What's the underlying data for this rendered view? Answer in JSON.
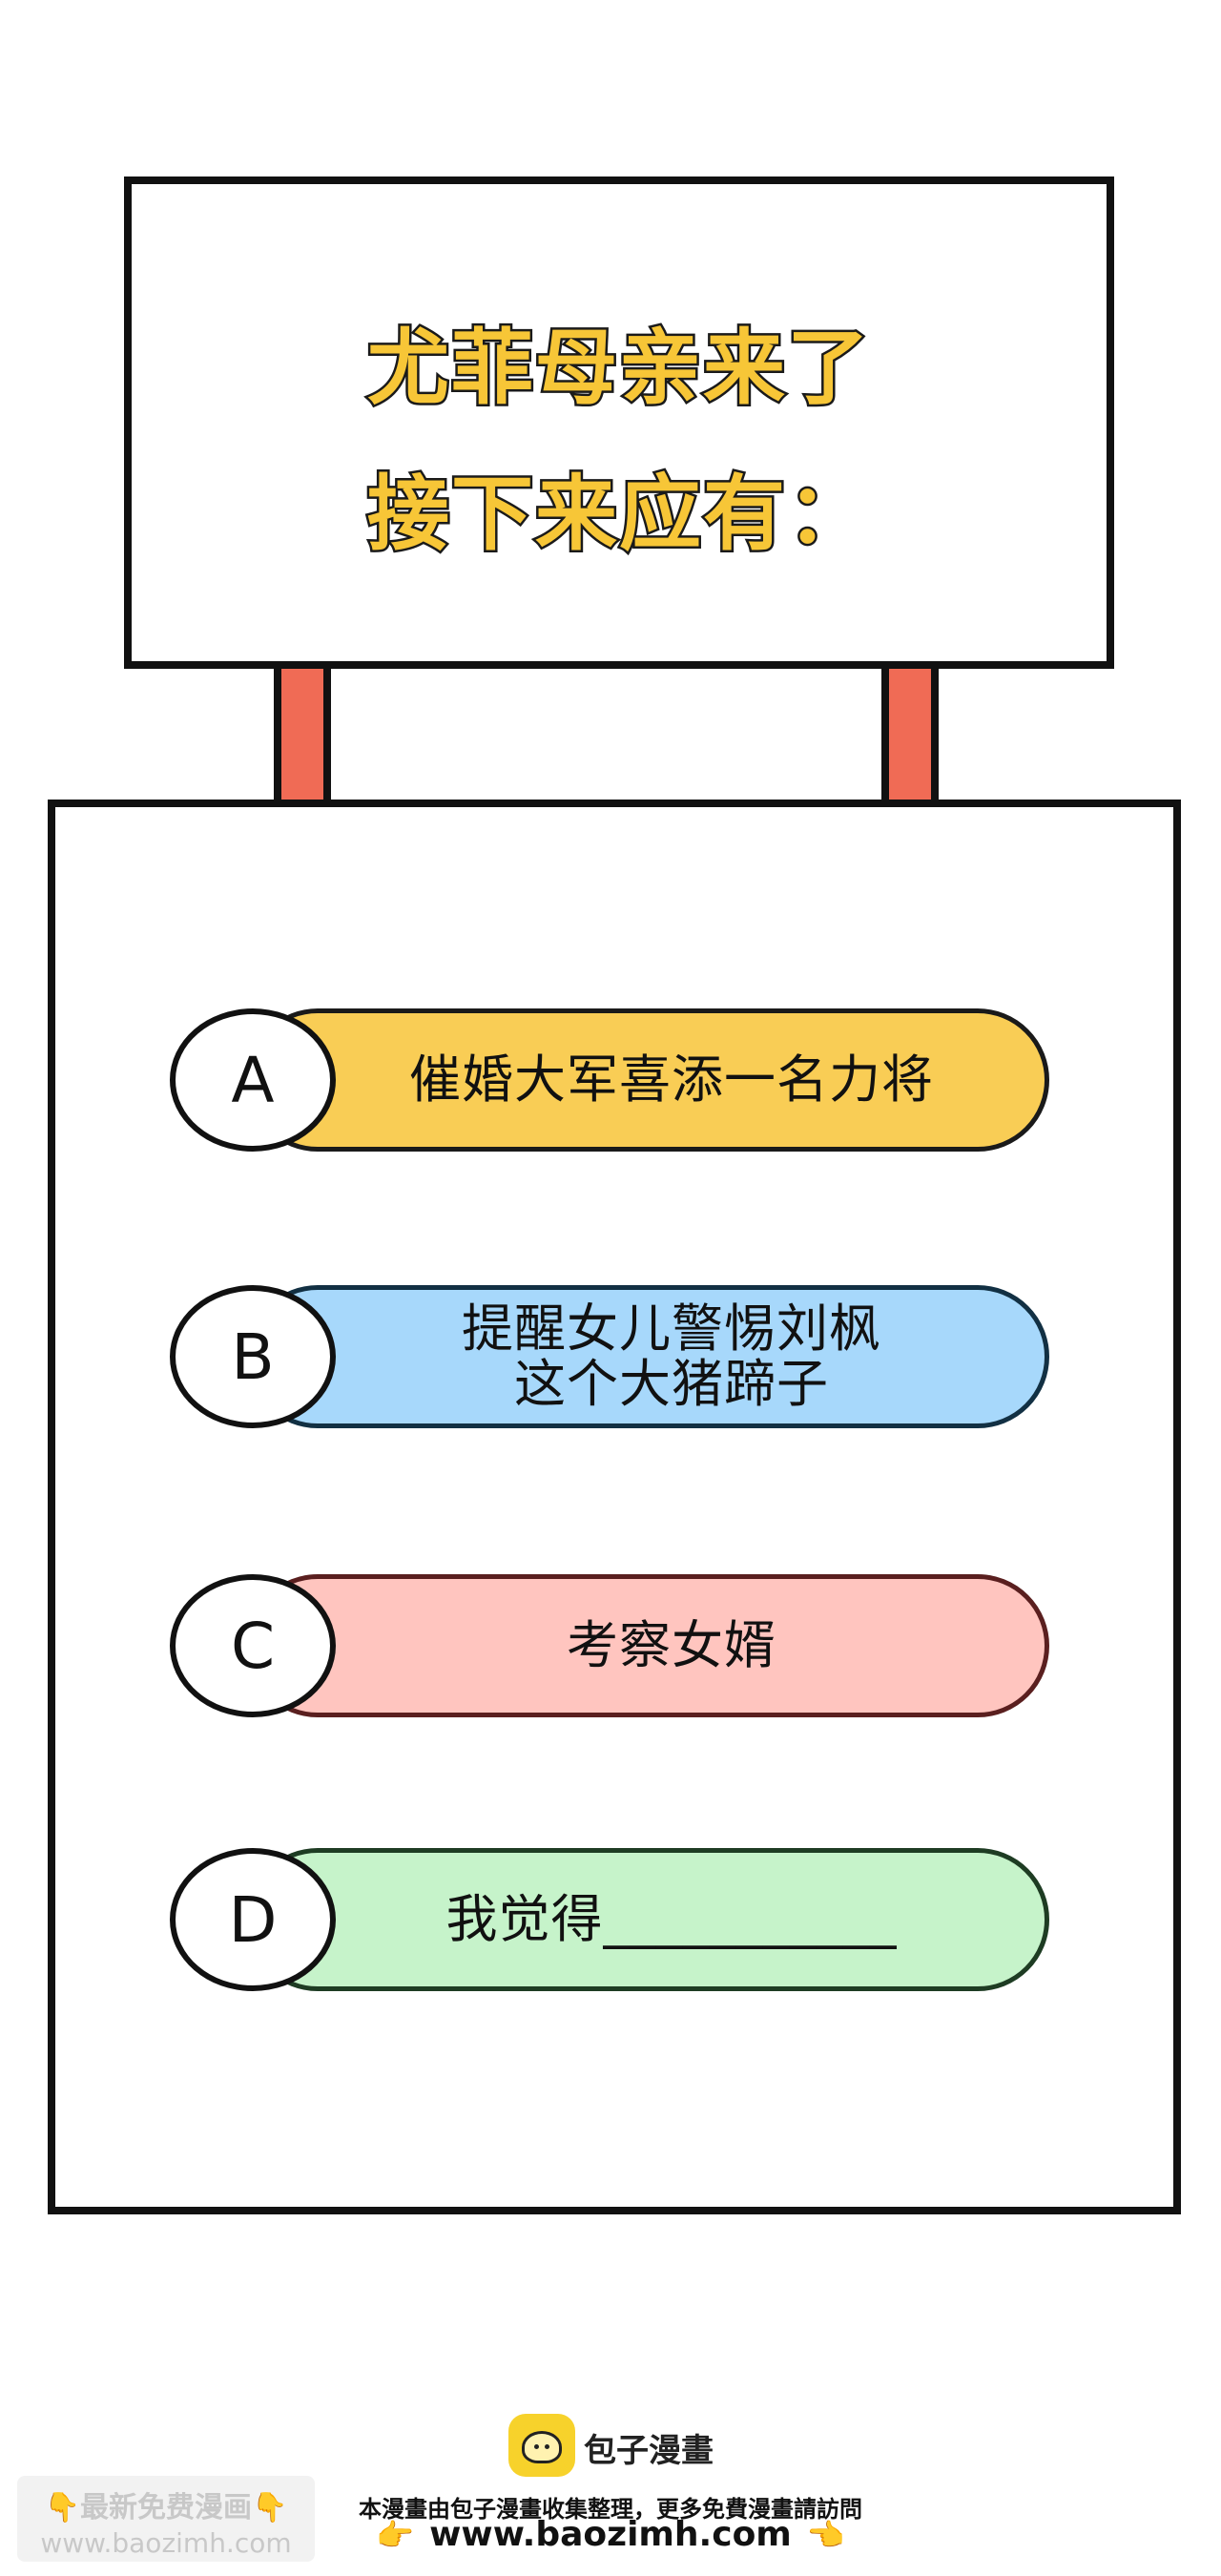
{
  "sign": {
    "title_line1": "尤菲母亲来了",
    "title_line2": "接下来应有："
  },
  "options": [
    {
      "letter": "A",
      "lines": [
        "催婚大军喜添一名力将"
      ],
      "color": "#f9cd55"
    },
    {
      "letter": "B",
      "lines": [
        "提醒女儿警惕刘枫",
        "这个大猪蹄子"
      ],
      "color": "#a7d8fb"
    },
    {
      "letter": "C",
      "lines": [
        "考察女婿"
      ],
      "color": "#ffc5bf"
    },
    {
      "letter": "D",
      "lines": [
        "我觉得___________"
      ],
      "color": "#c6f3ca"
    }
  ],
  "footer": {
    "brand": "包子漫畫",
    "note": "本漫畫由包子漫畫收集整理，更多免費漫畫請訪問",
    "url": "www.baozimh.com",
    "hand_left": "👉",
    "hand_right": "👈",
    "watermark_line1": "👇最新免费漫画👇",
    "watermark_line2": "www.baozimh.com"
  }
}
